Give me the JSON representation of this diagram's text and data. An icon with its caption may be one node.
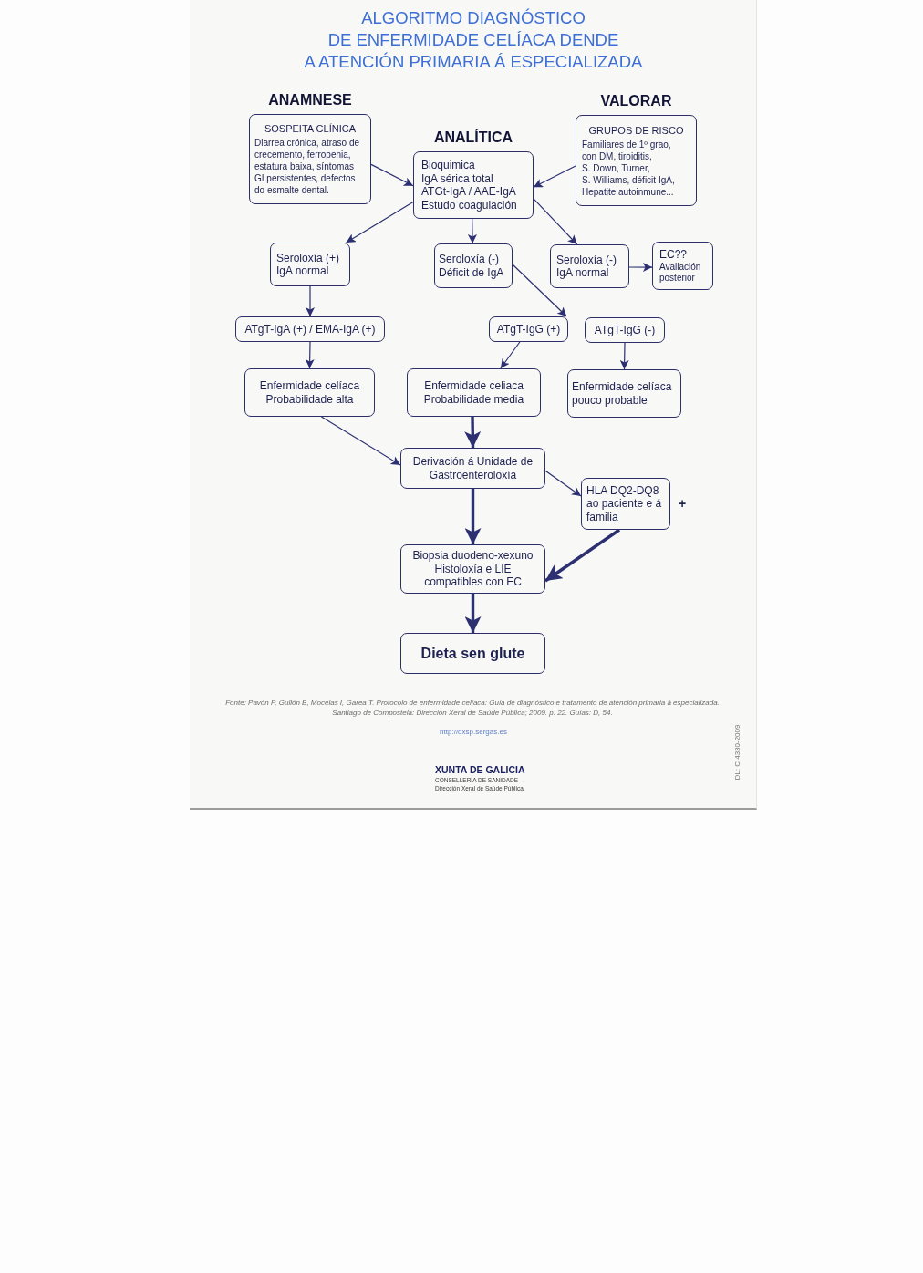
{
  "diagram": {
    "title": "ALGORITMO DIAGNÓSTICO DE ENFERMIDADE CELÍACA DENDE A ATENCIÓN PRIMARIA Á ESPECIALIZADA",
    "nodes": [
      {
        "text": [
          "ANAMNESE",
          "SOSPEITA CLÍNICA",
          "Diarrea crónica, atraso de crecemento, ferropenia, estatura baixa, síntomas GI persistentes, defectos do esmalte dental."
        ]
      },
      {
        "text": [
          "ANALÍTICA",
          "Bioquimica",
          "IgA sérica total",
          "ATGt-IgA / AAE-IgA",
          "Estudo coagulación"
        ]
      },
      {
        "text": [
          "VALORAR",
          "GRUPOS DE RISCO",
          "Familiares de 1º grao, con DM, tiroiditis, S. Down, Turner, S. Williams, déficit IgA, Hepatite autoinmune..."
        ]
      },
      {
        "text": [
          "Seroloxía (+)",
          "IgA normal"
        ]
      },
      {
        "text": [
          "Seroloxía (-)",
          "Déficit de IgA"
        ]
      },
      {
        "text": [
          "Seroloxía (-)",
          "IgA normal"
        ]
      },
      {
        "text": [
          "EC??",
          "Avaliación posterior"
        ]
      },
      {
        "text": [
          "ATgT-IgA (+) / EMA-IgA (+)"
        ]
      },
      {
        "text": [
          "ATgT-IgG (+)"
        ]
      },
      {
        "text": [
          "ATgT-IgG (-)"
        ]
      },
      {
        "text": [
          "Enfermidade celíaca",
          "Probabilidade alta"
        ]
      },
      {
        "text": [
          "Enfermidade celiaca",
          "Probabilidade media"
        ]
      },
      {
        "text": [
          "Enfermidade celíaca",
          "pouco probable"
        ]
      },
      {
        "text": [
          "Derivación á Unidade de Gastroenteroloxía"
        ]
      },
      {
        "text": [
          "HLA DQ2-DQ8 ao paciente e á familia"
        ],
        "beside": [
          "+"
        ]
      },
      {
        "text": [
          "Biopsia duodeno-xexuno",
          "Histoloxía e LIE",
          "compatibles con EC"
        ]
      },
      {
        "text": [
          "Dieta sen glute"
        ]
      }
    ],
    "edges": [
      {
        "from": 0,
        "to": 1,
        "arrow": "to"
      },
      {
        "from": 2,
        "to": 1,
        "arrow": "to"
      },
      {
        "from": 1,
        "to": 3,
        "arrow": "to"
      },
      {
        "from": 1,
        "to": 4,
        "arrow": "to"
      },
      {
        "from": 1,
        "to": 5,
        "arrow": "to"
      },
      {
        "from": 5,
        "to": 6,
        "arrow": "to"
      },
      {
        "from": 3,
        "to": 7,
        "arrow": "to"
      },
      {
        "from": 7,
        "to": 10,
        "arrow": "to"
      },
      {
        "from": 4,
        "to": 8,
        "arrow": "to"
      },
      {
        "from": 8,
        "to": 11,
        "arrow": "to"
      },
      {
        "from": 9,
        "to": 12,
        "arrow": "to"
      },
      {
        "from": 10,
        "to": 13,
        "arrow": "to"
      },
      {
        "from": 11,
        "to": 13,
        "arrow": "to",
        "style": "thick"
      },
      {
        "from": 13,
        "to": 14,
        "arrow": "to"
      },
      {
        "from": 13,
        "to": 15,
        "arrow": "to",
        "style": "thick"
      },
      {
        "from": 14,
        "to": 15,
        "arrow": "to",
        "style": "thick"
      },
      {
        "from": 15,
        "to": 16,
        "arrow": "to",
        "style": "thick"
      }
    ],
    "labels": [
      "Fonte: Pavón P, Gullón B, Mocelas I, Garea T. Protocolo de enfermidade celíaca: Guía de diagnóstico e tratamento de atención primaria á especializada. Santiago de Compostela: Dirección Xeral de Saúde Pública; 2009. p. 22. Guías: D, 54.",
      "http://dxsp.sergas.es",
      "DL: C 4330-2009",
      "XUNTA DE GALICIA",
      "CONSELLERÍA DE SANIDADE",
      "Dirección Xeral de Saúde Pública"
    ]
  }
}
